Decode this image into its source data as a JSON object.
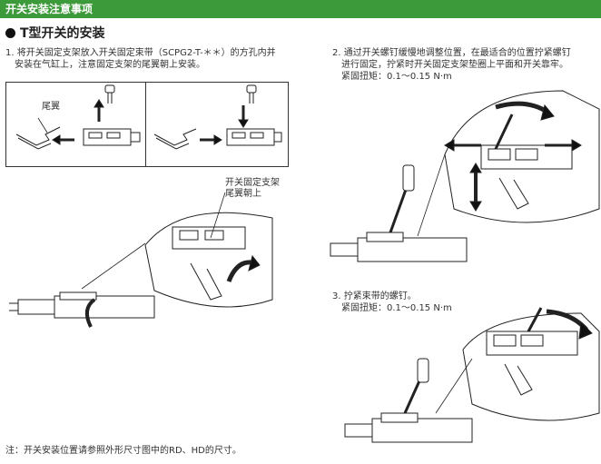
{
  "header": {
    "title": "开关安装注意事项"
  },
  "section": {
    "title": "T型开关的安装"
  },
  "steps": {
    "s1": {
      "line1": "1. 将开关固定支架放入开关固定束带（SCPG2-T-＊＊）的方孔内并",
      "line2": "安装在气缸上，注意固定支架的尾翼朝上安装。"
    },
    "s2": {
      "line1": "2. 通过开关螺钉缓慢地调整位置，在最适合的位置拧紧螺钉",
      "line2": "进行固定，拧紧时开关固定支架垫圈上平面和开关靠牢。",
      "line3": "紧固扭矩：0.1～0.15 N·m"
    },
    "s3": {
      "line1": "3. 拧紧束带的螺钉。",
      "line2": "紧固扭矩：0.1～0.15 N·m"
    }
  },
  "labels": {
    "tail": "尾翼",
    "bracket_line1": "开关固定支架",
    "bracket_line2": "尾翼朝上"
  },
  "note": "注：开关安装位置请参照外形尺寸图中的RD、HD的尺寸。",
  "colors": {
    "header_bg": "#3d9a3a",
    "header_text": "#ffffff"
  }
}
